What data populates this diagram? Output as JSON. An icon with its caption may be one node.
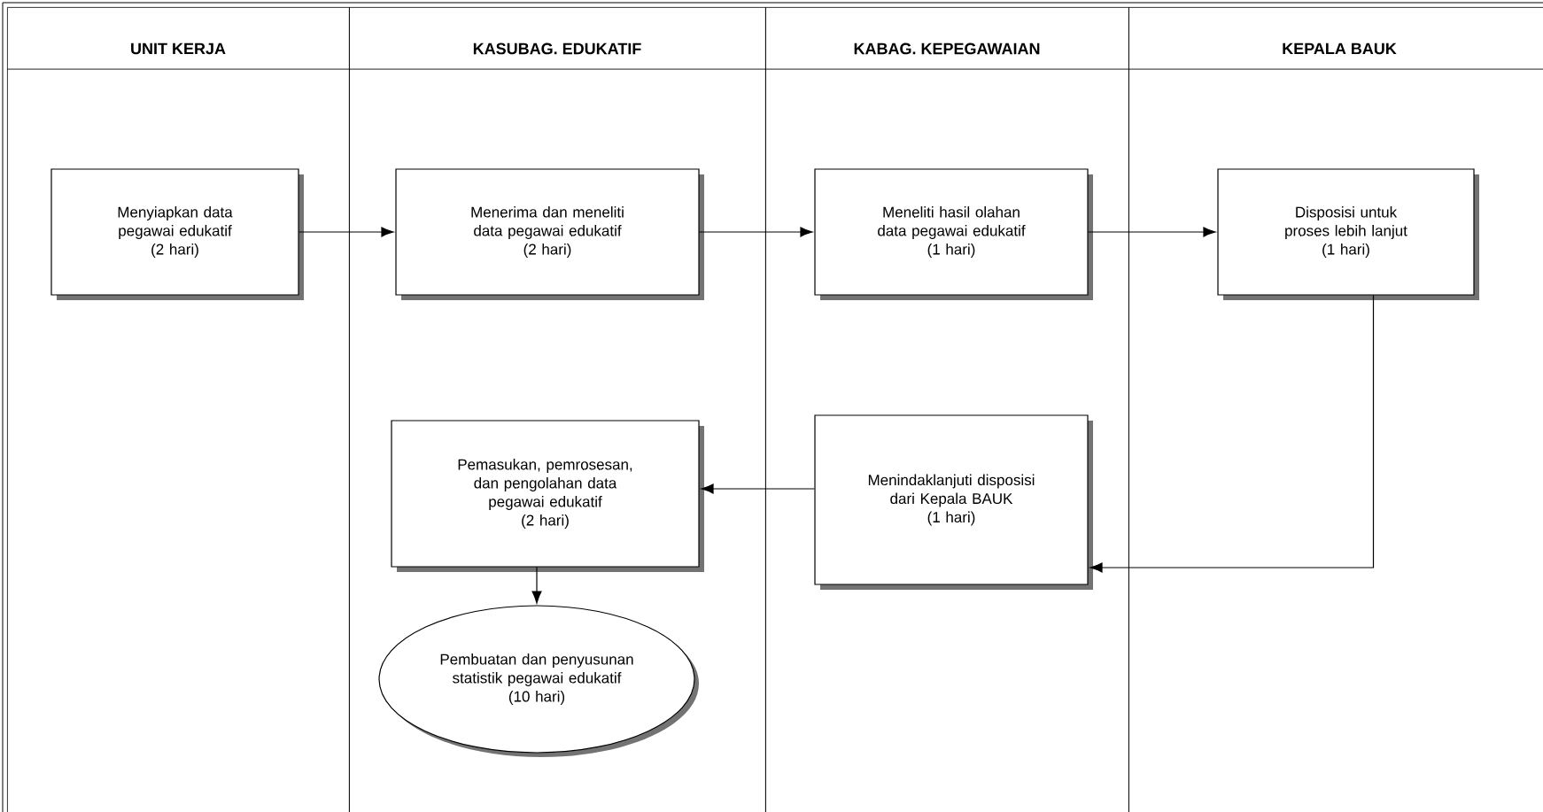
{
  "diagram": {
    "nodes": [
      {
        "text": [
          "UNIT KERJA"
        ]
      },
      {
        "text": [
          "KASUBAG. EDUKATIF"
        ]
      },
      {
        "text": [
          "KABAG. KEPEGAWAIAN"
        ]
      },
      {
        "text": [
          "KEPALA BAUK"
        ]
      },
      {
        "text": [
          "Menyiapkan data pegawai edukatif",
          "(2 hari)"
        ],
        "in": 0
      },
      {
        "text": [
          "Menerima dan meneliti data pegawai edukatif",
          "(2 hari)"
        ],
        "in": 1
      },
      {
        "text": [
          "Meneliti hasil olahan data pegawai edukatif",
          "(1 hari)"
        ],
        "in": 2
      },
      {
        "text": [
          "Disposisi untuk proses lebih lanjut",
          "(1 hari)"
        ],
        "in": 3
      },
      {
        "text": [
          "Pemasukan, pemrosesan, dan pengolahan data pegawai edukatif",
          "(2 hari)"
        ],
        "in": 1
      },
      {
        "text": [
          "Menindaklanjuti disposisi dari Kepala BAUK",
          "(1 hari)"
        ],
        "in": 2
      },
      {
        "text": [
          "Pembuatan dan penyusunan statistik pegawai edukatif",
          "(10 hari)"
        ],
        "in": 1
      }
    ],
    "edges": [
      {
        "from": 4,
        "to": 5,
        "arrow": "to"
      },
      {
        "from": 5,
        "to": 6,
        "arrow": "to"
      },
      {
        "from": 6,
        "to": 7,
        "arrow": "to"
      },
      {
        "from": 7,
        "to": 9,
        "arrow": "to"
      },
      {
        "from": 9,
        "to": 8,
        "arrow": "to"
      },
      {
        "from": 8,
        "to": 10,
        "arrow": "to"
      }
    ]
  }
}
